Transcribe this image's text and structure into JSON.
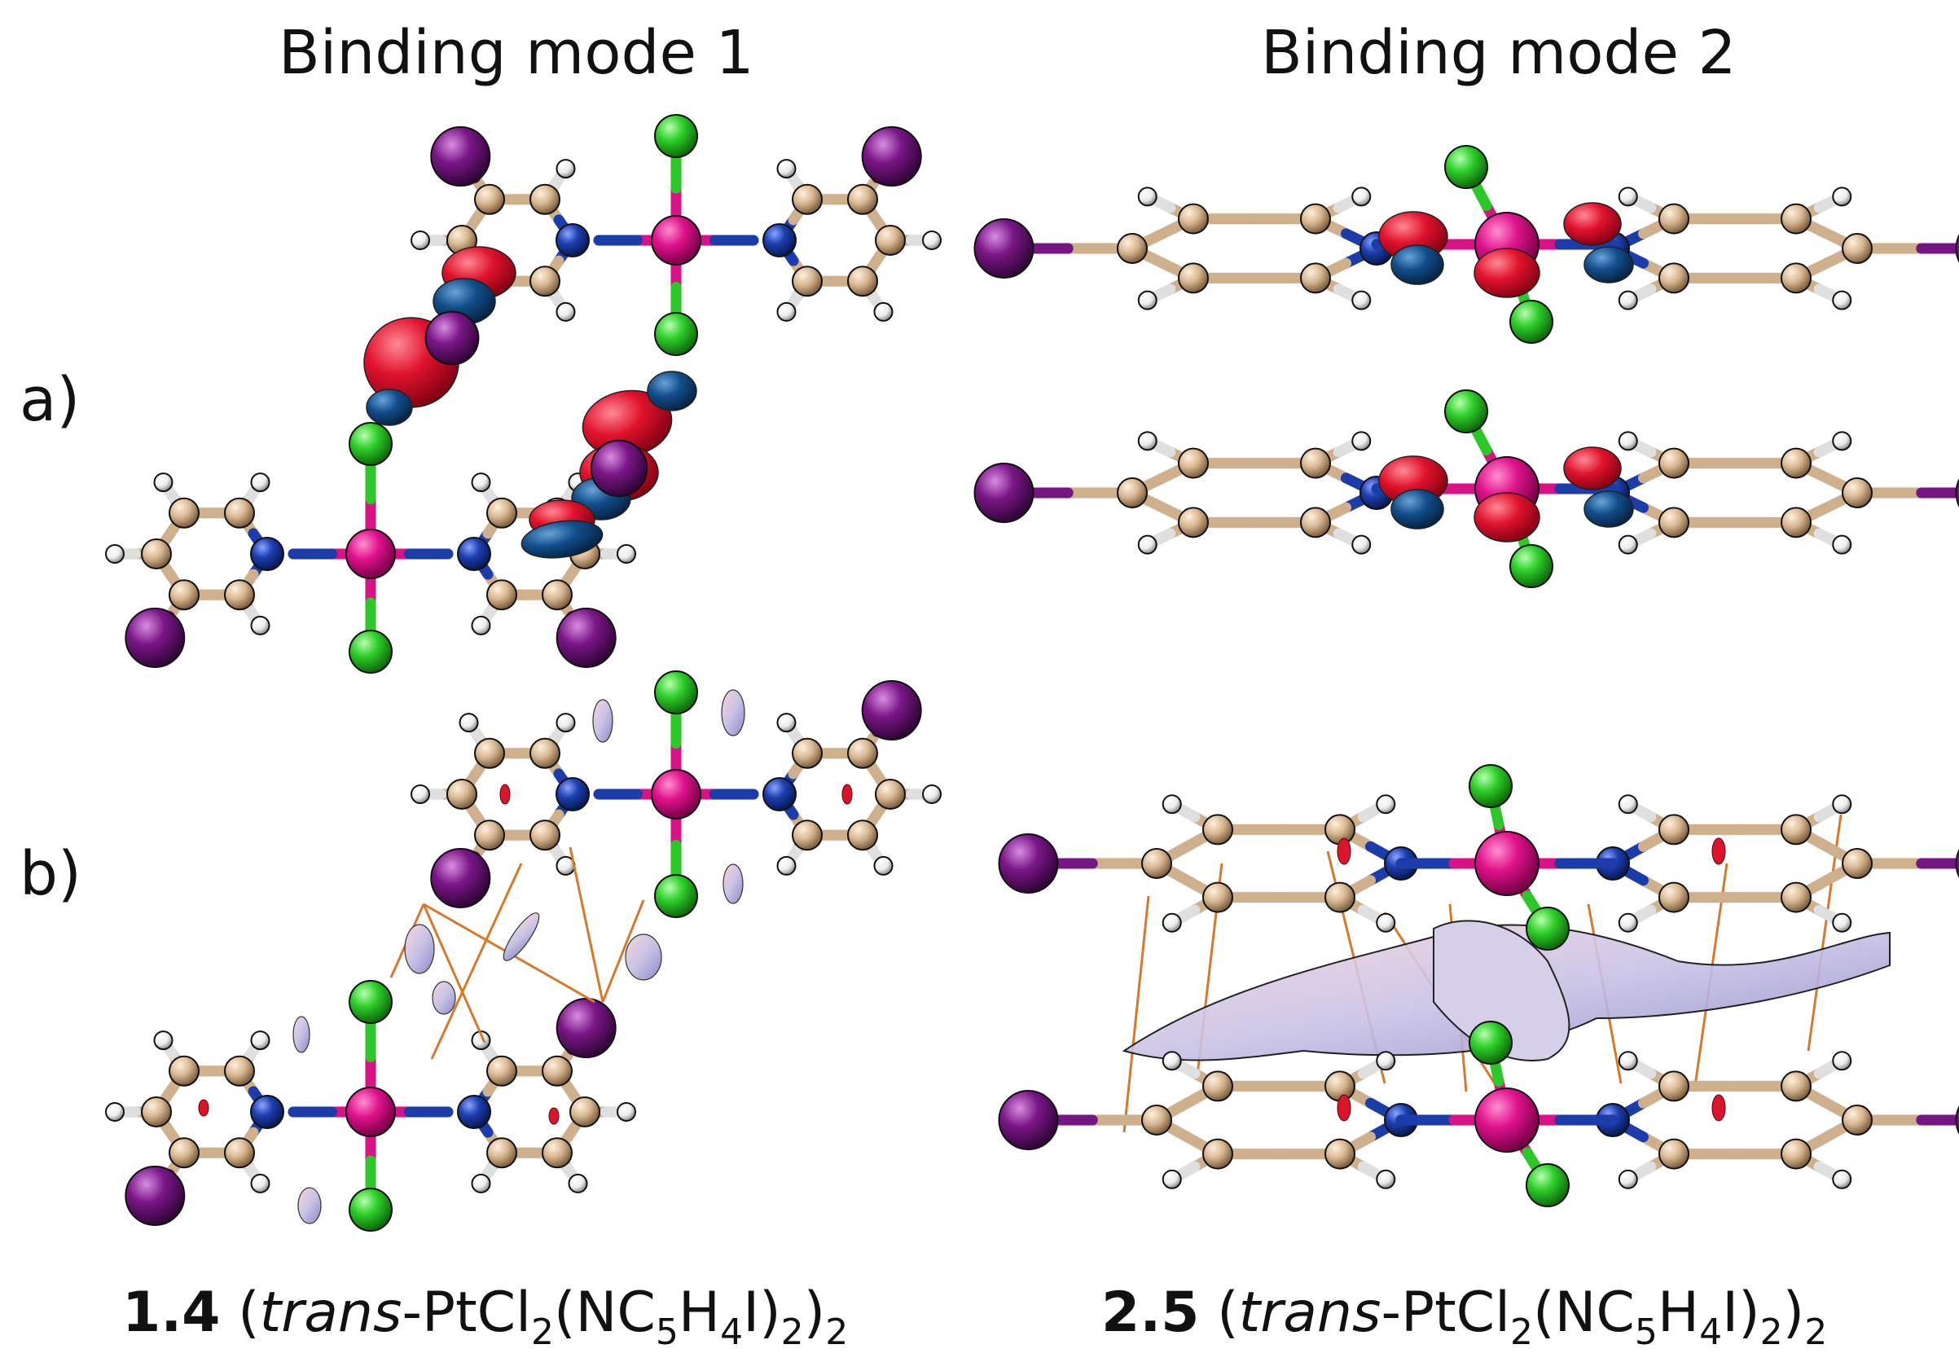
{
  "headers": {
    "mode1": "Binding mode 1",
    "mode2": "Binding mode 2"
  },
  "row_labels": {
    "a": "a)",
    "b": "b)"
  },
  "captions": {
    "left": {
      "id": "1.4",
      "open": " (",
      "italic": "trans",
      "formula": "-PtCl",
      "s1": "2",
      "p2": "(NC",
      "s2": "5",
      "p3": "H",
      "s3": "4",
      "p4": "I)",
      "s4": "2",
      "p5": ")",
      "s5": "2"
    },
    "right": {
      "id": "2.5",
      "open": " (",
      "italic": "trans",
      "formula": "-PtCl",
      "s1": "2",
      "p2": "(NC",
      "s2": "5",
      "p3": "H",
      "s3": "4",
      "p4": "I)",
      "s4": "2",
      "p5": ")",
      "s5": "2"
    }
  },
  "colors": {
    "Pt": "#e0138c",
    "Cl": "#2fcf2a",
    "N": "#1d3fb0",
    "C": "#d8b792",
    "H": "#f2f2f2",
    "I": "#7a1787",
    "red_lobe": "#e0132e",
    "blue_lobe": "#124e8a",
    "contact_line": "#d9782b",
    "nci_surface": "#c9c2e6"
  }
}
